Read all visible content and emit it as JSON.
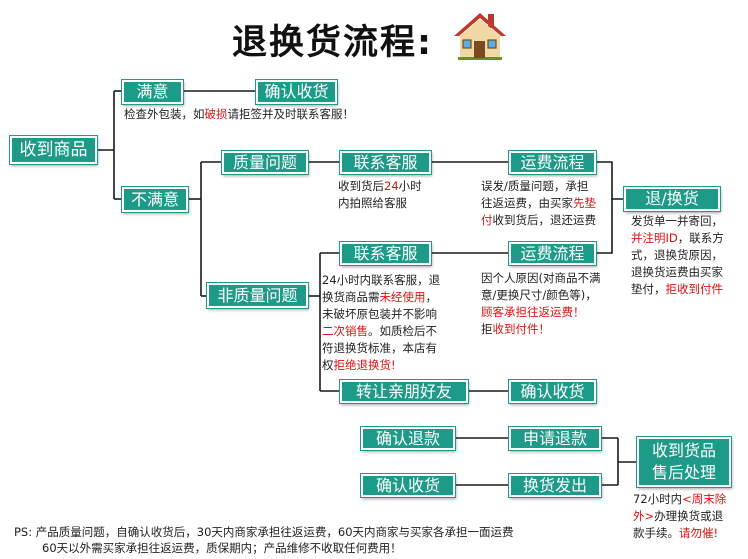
{
  "title": "退换货流程:",
  "colors": {
    "box": "#1d9a88",
    "line": "#1a1a1a",
    "highlight": "#e01010"
  },
  "boxes": {
    "received": "收到商品",
    "satisfied": "满意",
    "confirm_receipt_top": "确认收货",
    "unsatisfied": "不满意",
    "quality_issue": "质量问题",
    "contact_service_1": "联系客服",
    "freight_process_1": "运费流程",
    "return_exchange": "退/换货",
    "non_quality_issue": "非质量问题",
    "contact_service_2": "联系客服",
    "freight_process_2": "运费流程",
    "transfer_friends": "转让亲朋好友",
    "confirm_receipt_mid": "确认收货",
    "confirm_refund": "确认退款",
    "apply_refund": "申请退款",
    "confirm_receipt_bottom": "确认收货",
    "exchange_shipped": "换货发出",
    "after_sale": "收到货品\n售后处理"
  },
  "notes": {
    "satisfied_note": "检查外包装，如<r>破损</r>请拒签并及时联系客服！",
    "quality_contact_note": "收到货后<r>24</r>小时\n内拍照给客服",
    "quality_freight_note": "误发/质量问题，承担\n往返运费，由买家<r>先垫\n付</r>收到货后，退还运费",
    "return_note": "发货单一并寄回，\n<r>并注明ID</r>，联系方\n式，退换货原因，\n退换货运费由买家\n垫付，<r>拒收到付件</r>",
    "nonquality_contact_note": "24小时内联系客服，退\n换货商品需<r>未经使用</r>，\n未破坏原包装并不影响\n<r>二次销售</r>。如质检后不\n符退换货标准，本店有\n权<r>拒绝退换货!</r>",
    "nonquality_freight_note": "因个人原因(对商品不满\n意/更换尺寸/颜色等)，\n<r>顾客承担往返运费！</r>\n拒<r>收到付件！</r>",
    "after_sale_note": "72小时内<r><周末除\n外></r>办理换货或退\n款手续。<r>请勿催!</r>"
  },
  "ps": {
    "line1": "PS: 产品质量问题，自确认收货后，30天内商家承担往返运费，60天内商家与买家各承担一面运费",
    "line2": "60天以外需买家承担往返运费，质保期内；产品维修不收取任何费用！"
  },
  "icons": [
    "house-icon"
  ]
}
